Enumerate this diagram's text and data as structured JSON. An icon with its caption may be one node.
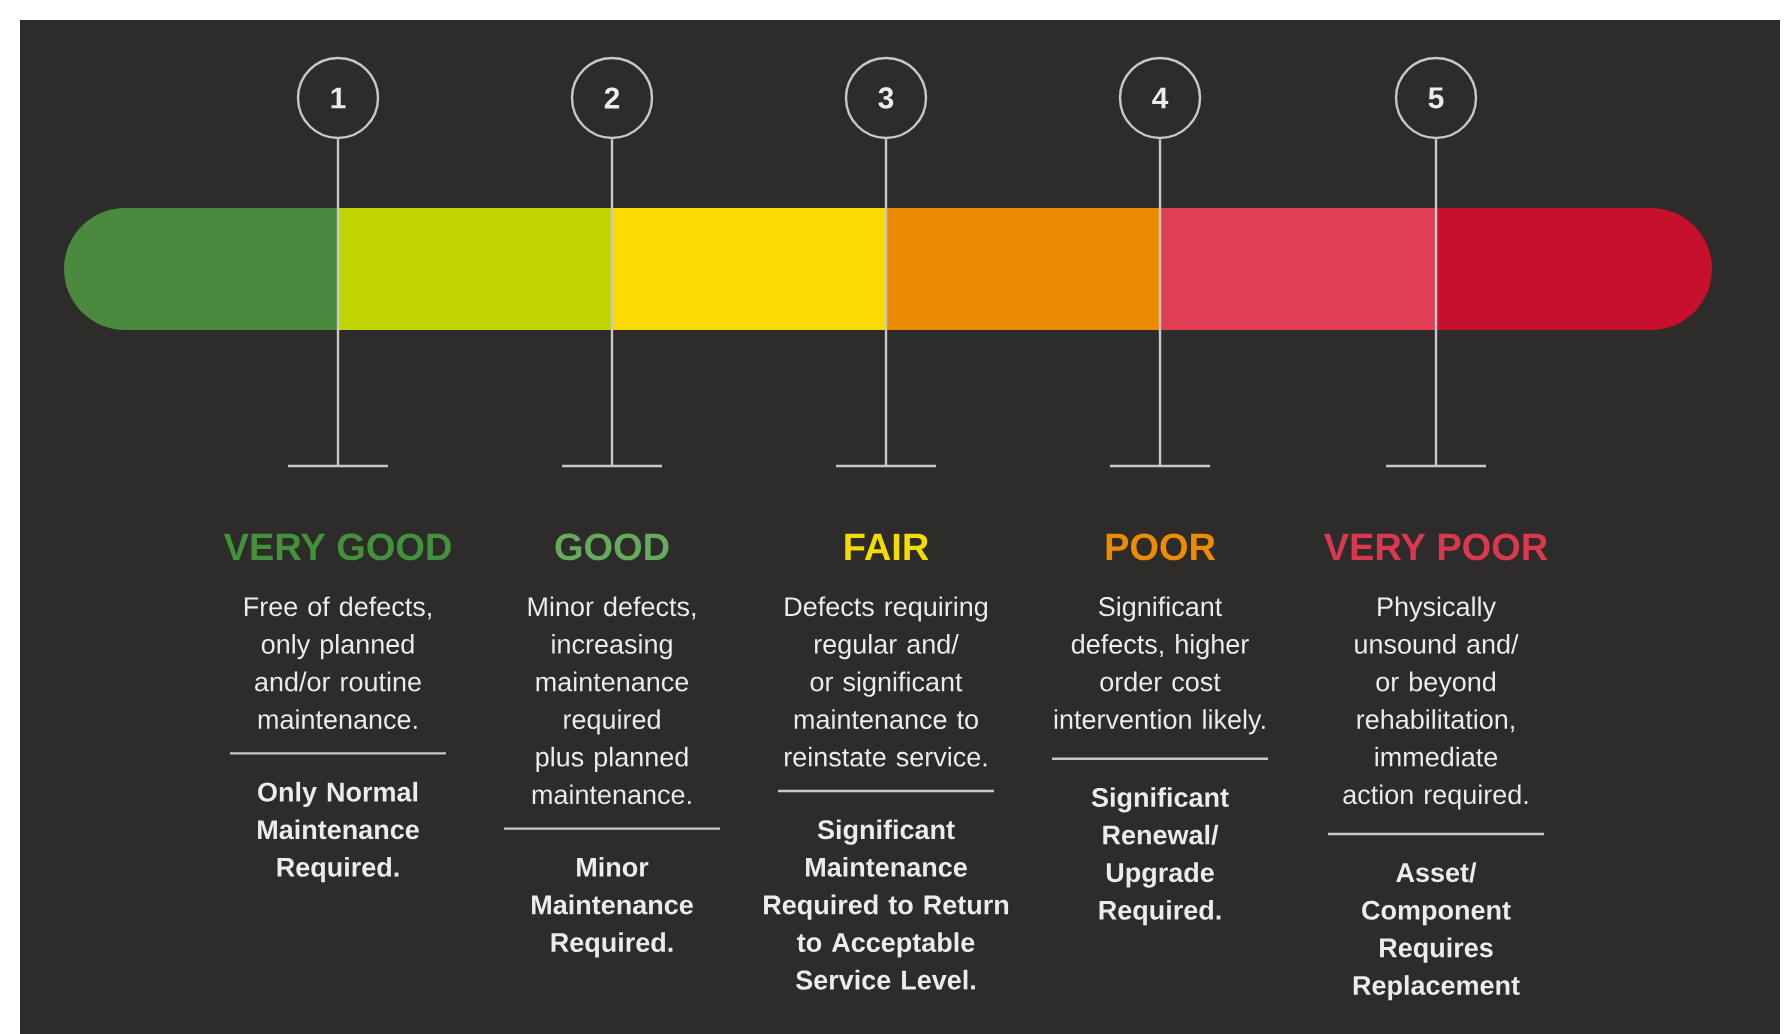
{
  "diagram": {
    "nodes": [
      {
        "text": [
          "1"
        ]
      },
      {
        "text": [
          "2"
        ]
      },
      {
        "text": [
          "3"
        ]
      },
      {
        "text": [
          "4"
        ]
      },
      {
        "text": [
          "5"
        ]
      }
    ],
    "edges": [
      {
        "from": 0,
        "to": null,
        "arrow": "none"
      },
      {
        "from": 1,
        "to": null,
        "arrow": "none"
      },
      {
        "from": 2,
        "to": null,
        "arrow": "none"
      },
      {
        "from": 3,
        "to": null,
        "arrow": "none"
      },
      {
        "from": 4,
        "to": null,
        "arrow": "none"
      }
    ],
    "labels": [
      "VERY GOOD",
      "Free of defects, only planned and/or routine maintenance.",
      "Only Normal Maintenance Required.",
      "GOOD",
      "Minor defects, increasing maintenance required plus planned maintenance.",
      "Minor Maintenance Required.",
      "FAIR",
      "Defects requiring regular and/ or significant maintenance to reinstate service.",
      "Significant Maintenance Required to Return to Acceptable Service Level.",
      "POOR",
      "Significant defects, higher order cost intervention likely.",
      "Significant Renewal/ Upgrade Required.",
      "VERY POOR",
      "Physically unsound and/ or beyond rehabilitation, immediate action required.",
      "Asset/ Component Requires Replacement"
    ]
  }
}
